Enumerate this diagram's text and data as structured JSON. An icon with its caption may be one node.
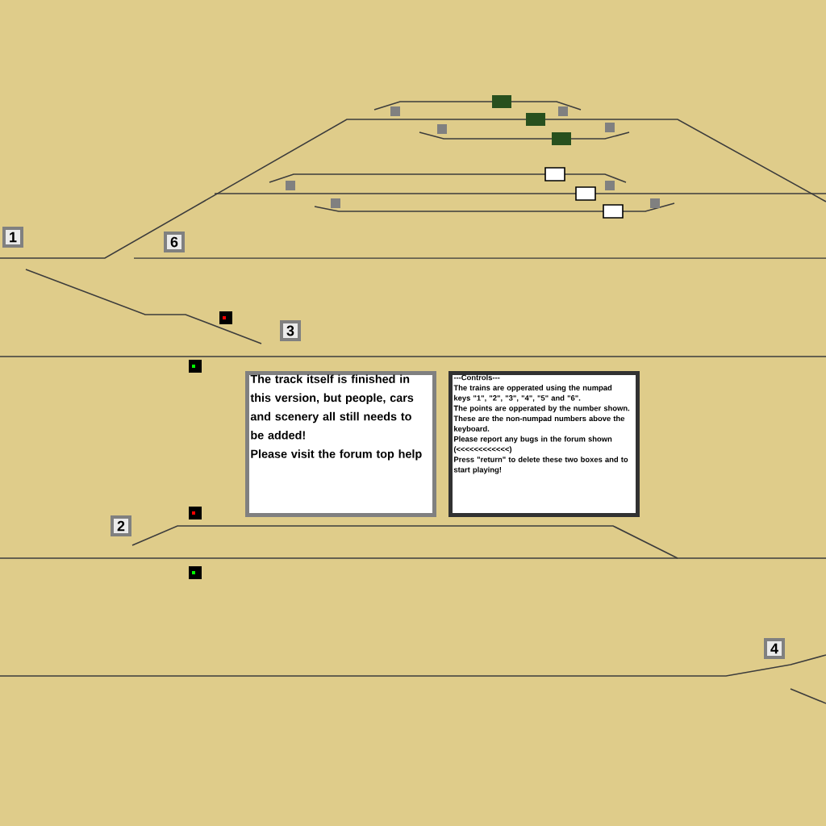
{
  "diagram": {
    "nodes": [
      {
        "text": [
          "The track itself is finished in this version, but people, cars and scenery all still needs to be added!",
          "Please visit the forum top help"
        ]
      },
      {
        "text": [
          "---Controls---",
          "The trains are opperated using the numpad keys \"1\", \"2\", \"3\", \"4\", \"5\" and \"6\".",
          "The points are opperated by the number shown.  These are the non-numpad numbers above the keyboard.",
          "Please report any bugs in the forum shown (<<<<<<<<<<<<)",
          "Press \"return\" to delete these two boxes and to start playing!"
        ]
      }
    ],
    "edges": [],
    "labels": [
      "1",
      "6",
      "3",
      "2",
      "4"
    ]
  }
}
